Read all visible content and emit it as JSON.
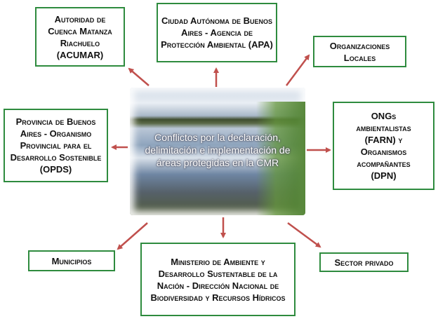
{
  "center": {
    "text": "Conflictos por la declaración, delimitación e implementación de áreas protegidas en la CMR"
  },
  "actors": {
    "acumar": "Autoridad de Cuenca Matanza Riachuelo (ACUMAR)",
    "apa": "Ciudad Autónoma de Buenos Aires - Agencia de Protección Ambiental (APA)",
    "org_locales": "Organizaciones Locales",
    "opds": "Provincia de Buenos Aires - Organismo Provincial para el Desarrollo Sostenible (OPDS)",
    "ongs": "ONGs ambientalistas (FARN) y Organismos acompañantes (DPN)",
    "municipios": "Municipios",
    "ministerio": "Ministerio de Ambiente y Desarrollo Sustentable de la Nación - Dirección Nacional de Biodiversidad y Recursos Hídricos",
    "sector_privado": "Sector privado"
  },
  "colors": {
    "border": "#2e8b3e",
    "arrow": "#c0504d"
  }
}
